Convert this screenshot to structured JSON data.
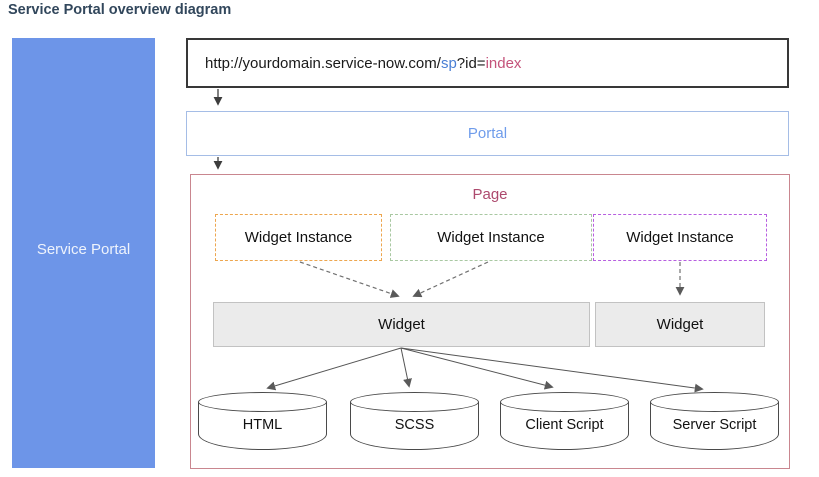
{
  "title": "Service Portal overview diagram",
  "sidebar": {
    "label": "Service Portal"
  },
  "url_bar": {
    "segments": [
      {
        "text": "http://yourdomain.service-now.com/",
        "color": "#1a1a1a"
      },
      {
        "text": "sp",
        "color": "#4a7fd4"
      },
      {
        "text": "?id=",
        "color": "#1a1a1a"
      },
      {
        "text": "index",
        "color": "#c4537a"
      }
    ]
  },
  "portal": {
    "label": "Portal"
  },
  "page": {
    "label": "Page"
  },
  "widget_instances": [
    {
      "label": "Widget Instance",
      "border_color": "#eda64f"
    },
    {
      "label": "Widget Instance",
      "border_color": "#a9c8a2"
    },
    {
      "label": "Widget Instance",
      "border_color": "#b75fe0"
    }
  ],
  "widgets": [
    {
      "label": "Widget"
    },
    {
      "label": "Widget"
    }
  ],
  "datastores": [
    {
      "label": "HTML"
    },
    {
      "label": "SCSS"
    },
    {
      "label": "Client Script"
    },
    {
      "label": "Server Script"
    }
  ],
  "colors": {
    "title_text": "#32475c",
    "panel_blue": "#6d95e8",
    "portal_text_blue": "#6f9ceb",
    "portal_border_blue": "#a5bde6",
    "page_text_rose": "#ad4a6e",
    "page_border_rose": "#c9868f",
    "url_box_border": "#383838",
    "widget_fill_gray": "#ebebeb",
    "arrow_dark": "#3d3d3d",
    "arrow_gray": "#707070"
  }
}
